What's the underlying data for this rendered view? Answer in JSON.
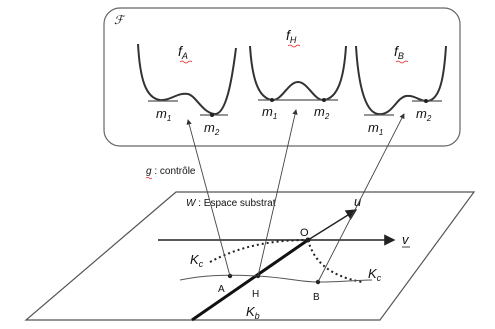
{
  "family_box": {
    "label": "ℱ"
  },
  "potentials": [
    {
      "name": "f",
      "sub": "A",
      "min1": "m",
      "min1_sub": "1",
      "min2": "m",
      "min2_sub": "2"
    },
    {
      "name": "f",
      "sub": "H",
      "min1": "m",
      "min1_sub": "1",
      "min2": "m",
      "min2_sub": "2"
    },
    {
      "name": "f",
      "sub": "B",
      "min1": "m",
      "min1_sub": "1",
      "min2": "m",
      "min2_sub": "2"
    }
  ],
  "control": {
    "symbol": "g",
    "text": " : contrôle"
  },
  "substrate": {
    "symbol": "W",
    "text": " : Espace substrat"
  },
  "points": {
    "O": "O",
    "A": "A",
    "H": "H",
    "B": "B"
  },
  "axes": {
    "u": "u",
    "v": "v"
  },
  "sets": {
    "Kc": "K",
    "Kc_sub": "c",
    "Kb": "K",
    "Kb_sub": "b"
  }
}
